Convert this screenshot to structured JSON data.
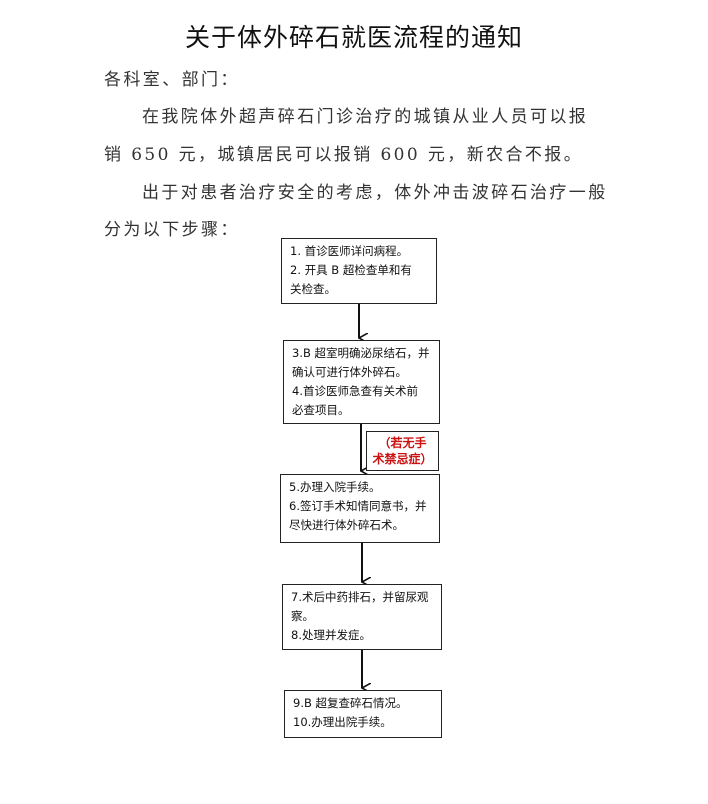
{
  "title": "关于体外碎石就医流程的通知",
  "salutation": "各科室、部门：",
  "paragraph1": {
    "line1": "在我院体外超声碎石门诊治疗的城镇从业人员可以报",
    "line2": "销 650 元，城镇居民可以报销 600 元，新农合不报。"
  },
  "paragraph2": {
    "line1": "出于对患者治疗安全的考虑，体外冲击波碎石治疗一般",
    "line2": "分为以下步骤："
  },
  "flow": {
    "step1": {
      "l1": "1.  首诊医师详问病程。",
      "l2": "2.  开具 B 超检查单和有",
      "l3": "关检查。"
    },
    "step2": {
      "l1": "3.B 超室明确泌尿结石，并",
      "l2": "确认可进行体外碎石。",
      "l3": "4.首诊医师急查有关术前",
      "l4": "必查项目。"
    },
    "note": {
      "l1": "（若无手",
      "l2": "术禁忌症）",
      "color": "#cc1111"
    },
    "step3": {
      "l1": "5.办理入院手续。",
      "l2": "6.签订手术知情同意书，并",
      "l3": "尽快进行体外碎石术。"
    },
    "step4": {
      "l1": "7.术后中药排石，并留尿观",
      "l2": "察。",
      "l3": "8.处理并发症。"
    },
    "step5": {
      "l1": "9.B 超复查碎石情况。",
      "l2": "10.办理出院手续。"
    }
  }
}
